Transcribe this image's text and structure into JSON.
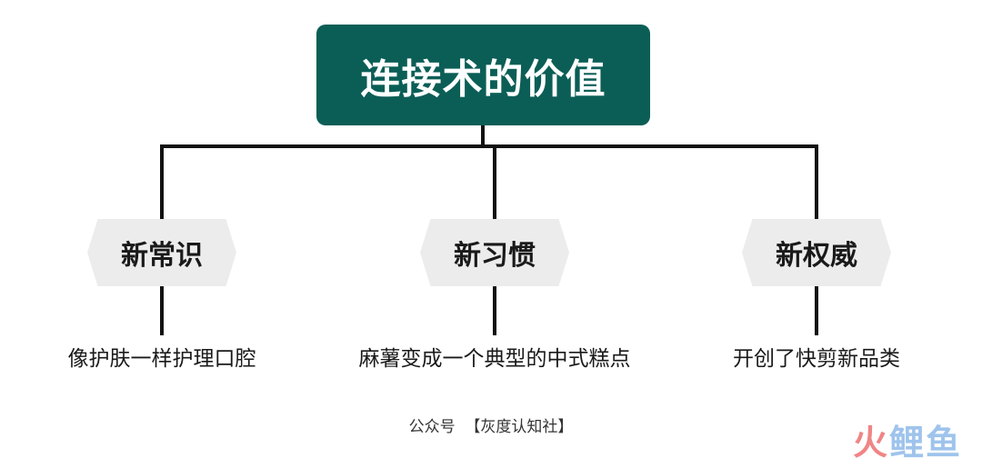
{
  "root": {
    "title": "连接术的价值"
  },
  "branches": [
    {
      "label": "新常识",
      "description": "像护肤一样护理口腔"
    },
    {
      "label": "新习惯",
      "description": "麻薯变成一个典型的中式糕点"
    },
    {
      "label": "新权威",
      "description": "开创了快剪新品类"
    }
  ],
  "caption": "公众号  【灰度认知社】",
  "watermark": {
    "part1": "火",
    "part2": "鲤鱼"
  },
  "colors": {
    "root_fill": "#0b5e56",
    "branch_fill": "#ececec",
    "connector": "#111111",
    "text": "#1a1a1a"
  }
}
